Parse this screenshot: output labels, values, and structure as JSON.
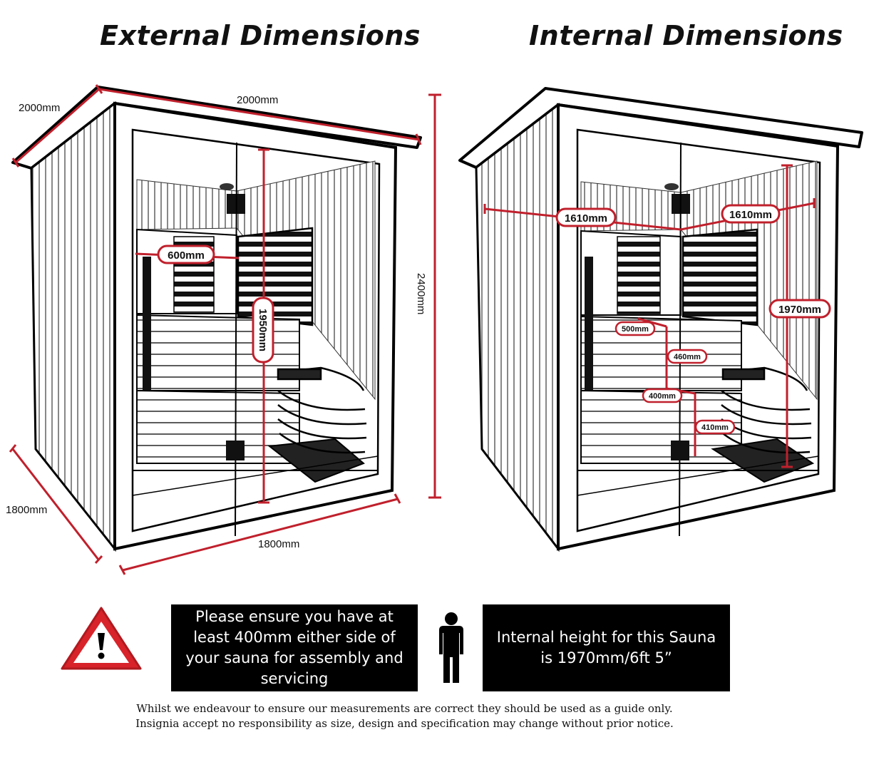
{
  "external": {
    "title": "External Dimensions",
    "depth_top": "2000mm",
    "width_top": "2000mm",
    "height_side": "2400mm",
    "depth_bottom": "1800mm",
    "width_bottom": "1800mm",
    "bench_depth": "600mm",
    "door_height": "1950mm"
  },
  "internal": {
    "title": "Internal Dimensions",
    "width_left": "1610mm",
    "width_right": "1610mm",
    "height": "1970mm",
    "bench_upper": "500mm",
    "bench_rise": "460mm",
    "bench_lower": "400mm",
    "bench_floor": "410mm"
  },
  "notices": {
    "clearance_text": "Please ensure you have at least 400mm either side of your sauna for assembly and servicing",
    "height_text": "Internal height for this Sauna is 1970mm/6ft 5”"
  },
  "disclaimer": {
    "line1": "Whilst we endeavour to ensure our measurements are correct they should be used as a guide only.",
    "line2": "Insignia accept no responsibility as size, design and specification may change without prior notice."
  },
  "colors": {
    "accent_red": "#c0202c",
    "warning_red": "#d8232a",
    "panel_black": "#000000"
  },
  "icons": [
    "warning-triangle-icon",
    "person-icon"
  ]
}
